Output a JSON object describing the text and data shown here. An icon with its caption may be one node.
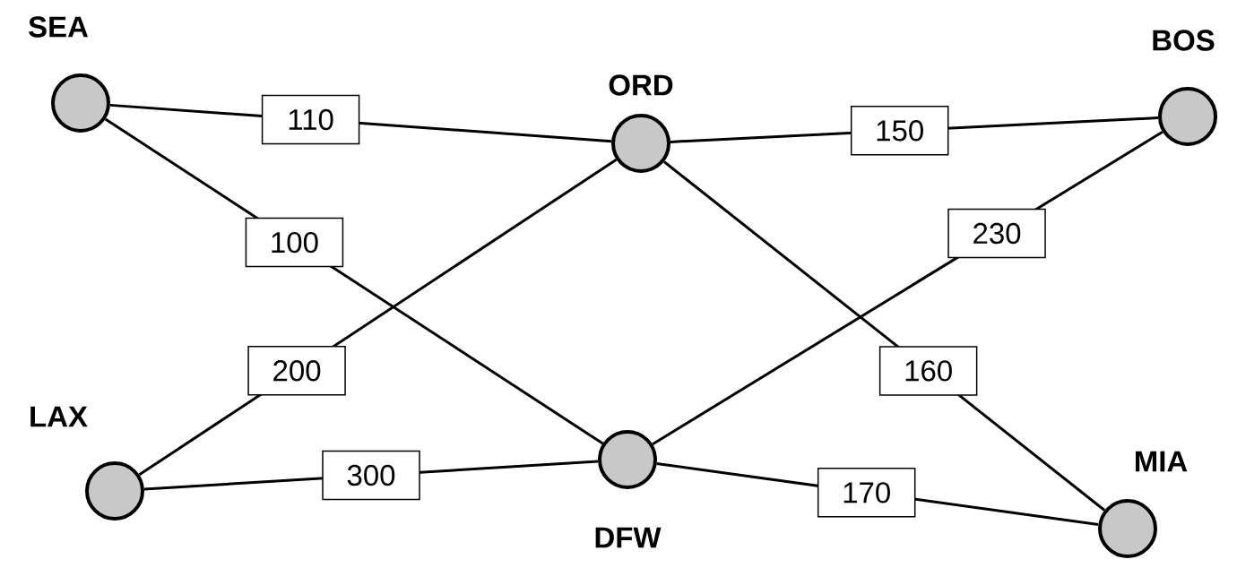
{
  "diagram": {
    "nodes": [
      {
        "text": [
          "SEA"
        ]
      },
      {
        "text": [
          "ORD"
        ]
      },
      {
        "text": [
          "BOS"
        ]
      },
      {
        "text": [
          "LAX"
        ]
      },
      {
        "text": [
          "DFW"
        ]
      },
      {
        "text": [
          "MIA"
        ]
      }
    ],
    "edges": [
      {
        "from": 0,
        "to": 1,
        "arrow": "none",
        "label": "110"
      },
      {
        "from": 1,
        "to": 2,
        "arrow": "none",
        "label": "150"
      },
      {
        "from": 0,
        "to": 4,
        "arrow": "none",
        "label": "100"
      },
      {
        "from": 3,
        "to": 1,
        "arrow": "none",
        "label": "200"
      },
      {
        "from": 4,
        "to": 2,
        "arrow": "none",
        "label": "230"
      },
      {
        "from": 1,
        "to": 5,
        "arrow": "none",
        "label": "160"
      },
      {
        "from": 3,
        "to": 4,
        "arrow": "none",
        "label": "300"
      },
      {
        "from": 4,
        "to": 5,
        "arrow": "none",
        "label": "170"
      }
    ]
  }
}
